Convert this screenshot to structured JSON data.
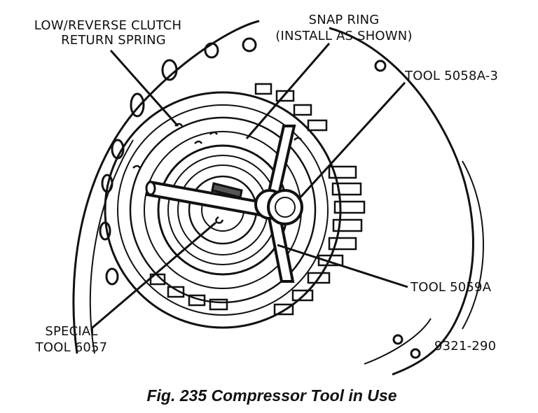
{
  "labels": {
    "low_reverse_1": "LOW/REVERSE CLUTCH",
    "low_reverse_2": "RETURN SPRING",
    "snap_ring_1": "SNAP RING",
    "snap_ring_2": "(INSTALL AS SHOWN)",
    "tool_5058a3": "TOOL 5058A-3",
    "tool_5059a": "TOOL 5059A",
    "special_1": "SPECIAL",
    "special_2": "TOOL 6057",
    "figure_number": "9321-290"
  },
  "caption": "Fig. 235 Compressor Tool in Use",
  "colors": {
    "ink": "#111111",
    "paper": "#ffffff"
  }
}
